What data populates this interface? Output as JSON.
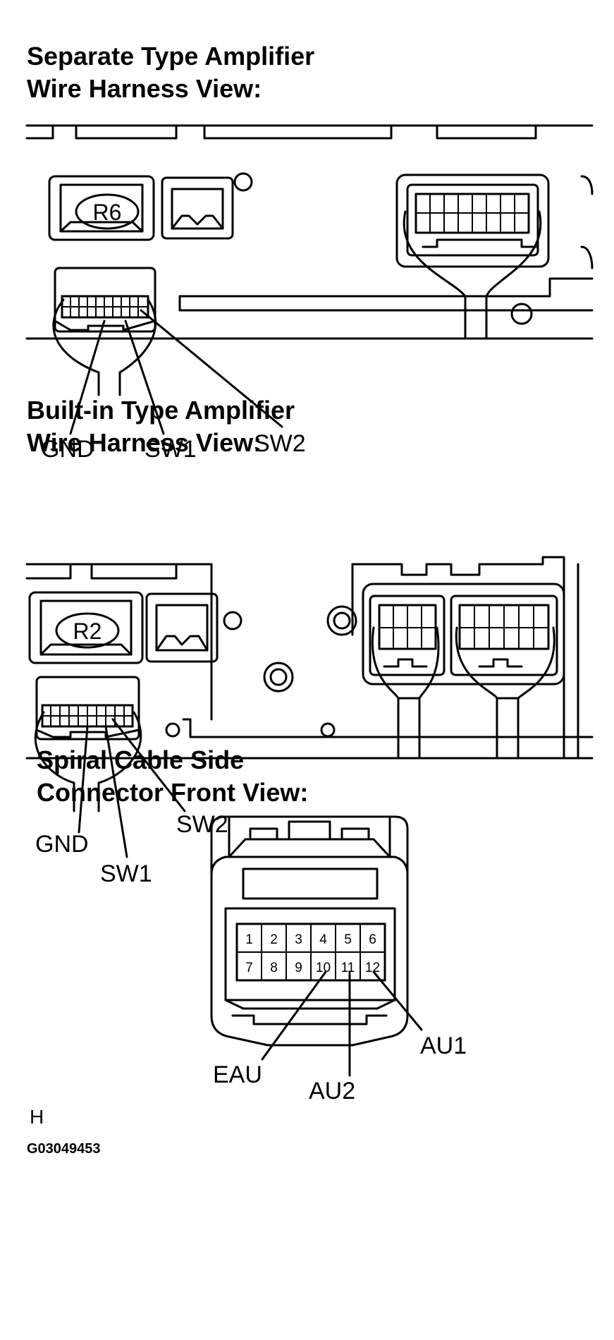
{
  "section1": {
    "heading_line1": "Separate Type Amplifier",
    "heading_line2": "Wire Harness View:",
    "connector": "R6",
    "terminals": [
      "GND",
      "SW1",
      "SW2"
    ]
  },
  "section2": {
    "heading_line1": "Built-in  Type Amplifier",
    "heading_line2": "Wire Harness View:",
    "connector": "R2",
    "terminals": [
      "GND",
      "SW1",
      "SW2"
    ]
  },
  "section3": {
    "heading_line1": "Spiral Cable Side",
    "heading_line2": "Connector Front View:",
    "pins_row1": [
      "1",
      "2",
      "3",
      "4",
      "5",
      "6"
    ],
    "pins_row2": [
      "7",
      "8",
      "9",
      "10",
      "11",
      "12"
    ],
    "terminals": [
      "EAU",
      "AU2",
      "AU1"
    ]
  },
  "footer": {
    "mark": "H",
    "code": "G03049453"
  }
}
